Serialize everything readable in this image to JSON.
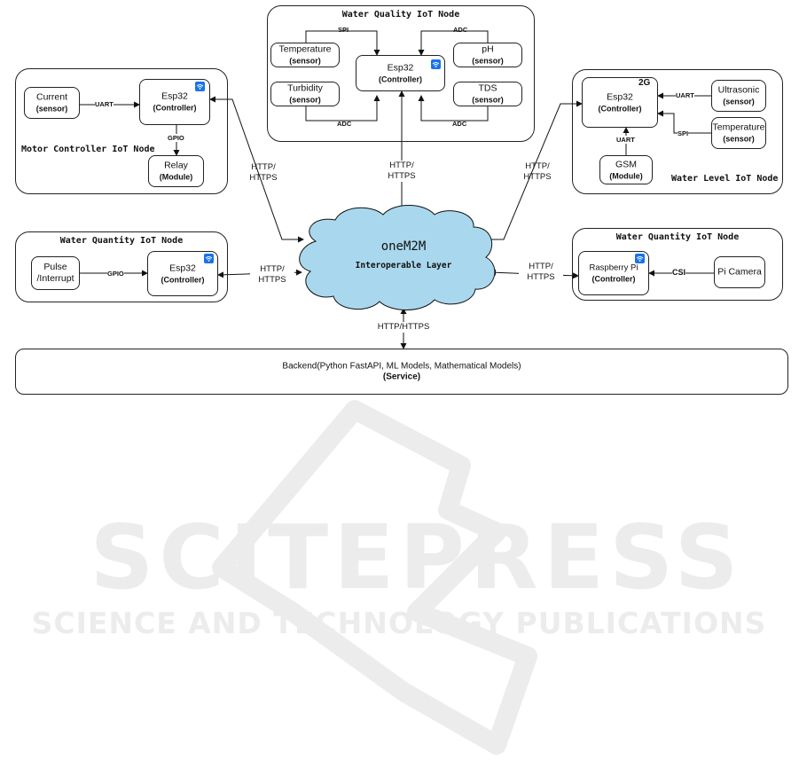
{
  "groups": {
    "water_quality": "Water Quality IoT Node",
    "motor_controller": "Motor Controller IoT Node",
    "water_level": "Water Level IoT Node",
    "water_quantity_left": "Water Quantity IoT Node",
    "water_quantity_right": "Water Quantity IoT Node"
  },
  "quality": {
    "temperature": {
      "name": "Temperature",
      "kind": "(sensor)"
    },
    "turbidity": {
      "name": "Turbidity",
      "kind": "(sensor)"
    },
    "ph": {
      "name": "pH",
      "kind": "(sensor)"
    },
    "tds": {
      "name": "TDS",
      "kind": "(sensor)"
    },
    "controller": {
      "name": "Esp32",
      "kind": "(Controller)"
    },
    "spi": "SPI",
    "adc_top": "ADC",
    "adc_left": "ADC",
    "adc_right": "ADC"
  },
  "motor": {
    "current": {
      "name": "Current",
      "kind": "(sensor)"
    },
    "controller": {
      "name": "Esp32",
      "kind": "(Controller)"
    },
    "relay": {
      "name": "Relay",
      "kind": "(Module)"
    },
    "uart": "UART",
    "gpio": "GPIO"
  },
  "level": {
    "controller": {
      "name": "Esp32",
      "kind": "(Controller)"
    },
    "ultrasonic": {
      "name": "Ultrasonic",
      "kind": "(sensor)"
    },
    "temperature": {
      "name": "Temperature",
      "kind": "(sensor)"
    },
    "gsm": {
      "name": "GSM",
      "kind": "(Module)"
    },
    "uart_side": "UART",
    "spi": "SPI",
    "uart_down": "UART",
    "cell_icon": "2G"
  },
  "quantity_left": {
    "pulse": {
      "line1": "Pulse",
      "line2": "/Interrupt"
    },
    "controller": {
      "name": "Esp32",
      "kind": "(Controller)"
    },
    "gpio": "GPIO"
  },
  "quantity_right": {
    "controller": {
      "name": "Raspberry Pi",
      "kind": "(Controller)"
    },
    "camera": "Pi Camera",
    "csi": "CSI"
  },
  "cloud": {
    "title": "oneM2M",
    "subtitle": "Interoperable Layer"
  },
  "links": {
    "motor": {
      "l1": "HTTP/",
      "l2": "HTTPS"
    },
    "quality": {
      "l1": "HTTP/",
      "l2": "HTTPS"
    },
    "level": {
      "l1": "HTTP/",
      "l2": "HTTPS"
    },
    "quantity_left": {
      "l1": "HTTP/",
      "l2": "HTTPS"
    },
    "quantity_right": {
      "l1": "HTTP/",
      "l2": "HTTPS"
    },
    "backend": "HTTP/HTTPS"
  },
  "backend": {
    "title": "Backend(Python FastAPI, ML Models, Mathematical Models)",
    "kind": "(Service)"
  },
  "watermark": {
    "big": "SCITEPRESS",
    "small": "SCIENCE AND TECHNOLOGY PUBLICATIONS"
  },
  "colors": {
    "cloud_fill": "#a9d8ee",
    "wifi_badge": "#1a73e8"
  },
  "icons": [
    "wifi-icon",
    "cellular-2g-icon"
  ]
}
